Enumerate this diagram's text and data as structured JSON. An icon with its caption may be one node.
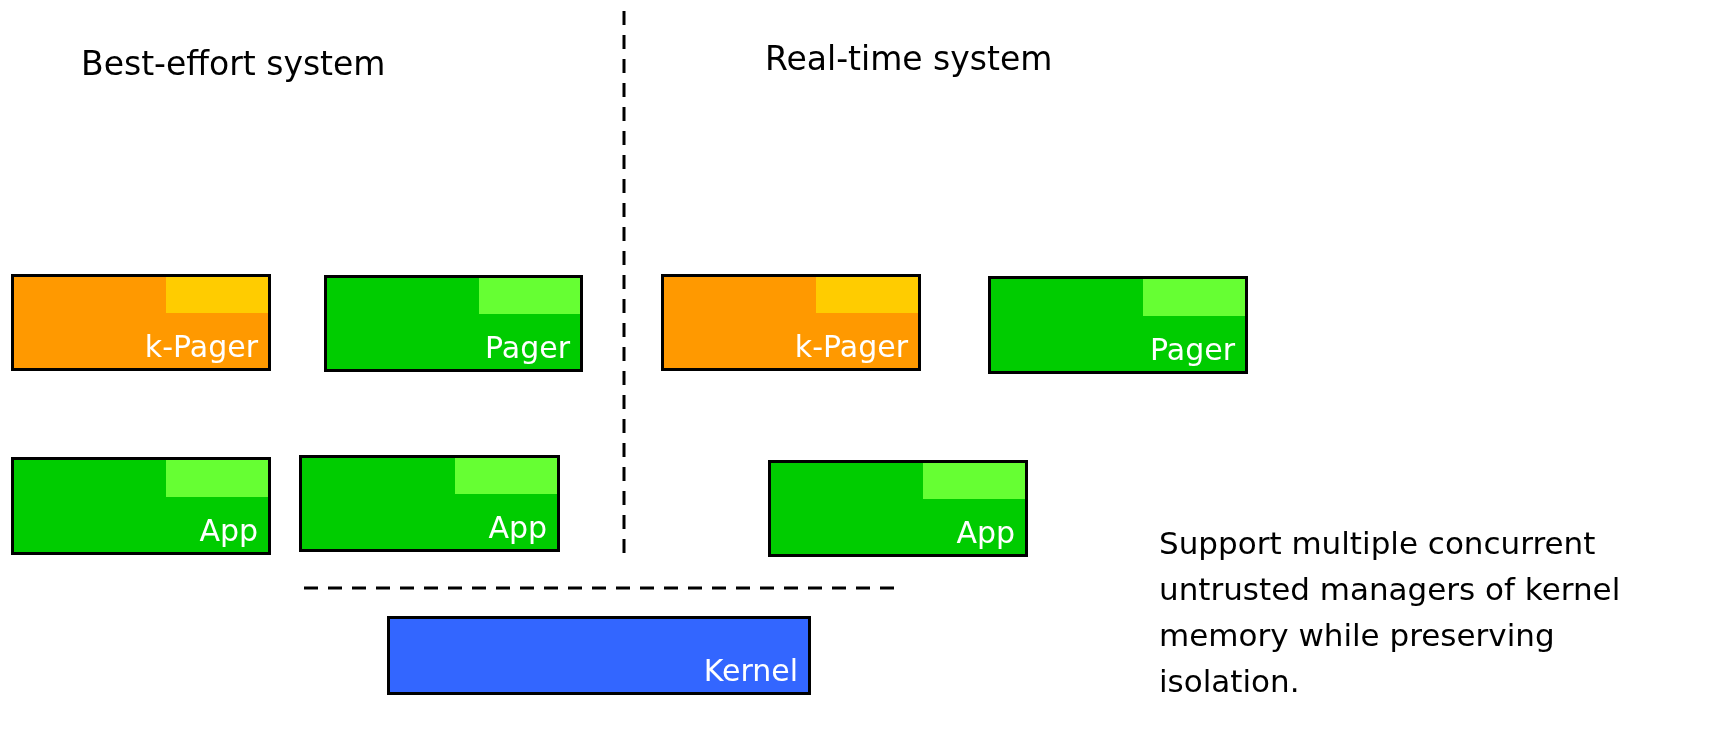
{
  "diagram": {
    "nodes": [
      {
        "text": [
          "k-Pager"
        ]
      },
      {
        "text": [
          "Pager"
        ]
      },
      {
        "text": [
          "k-Pager"
        ]
      },
      {
        "text": [
          "Pager"
        ]
      },
      {
        "text": [
          "App"
        ]
      },
      {
        "text": [
          "App"
        ]
      },
      {
        "text": [
          "App"
        ]
      },
      {
        "text": [
          "Kernel"
        ]
      }
    ],
    "edges": [],
    "labels": [
      "Best-effort system",
      "Real-time system",
      "Support multiple concurrent untrusted managers of kernel memory while preserving isolation."
    ]
  }
}
